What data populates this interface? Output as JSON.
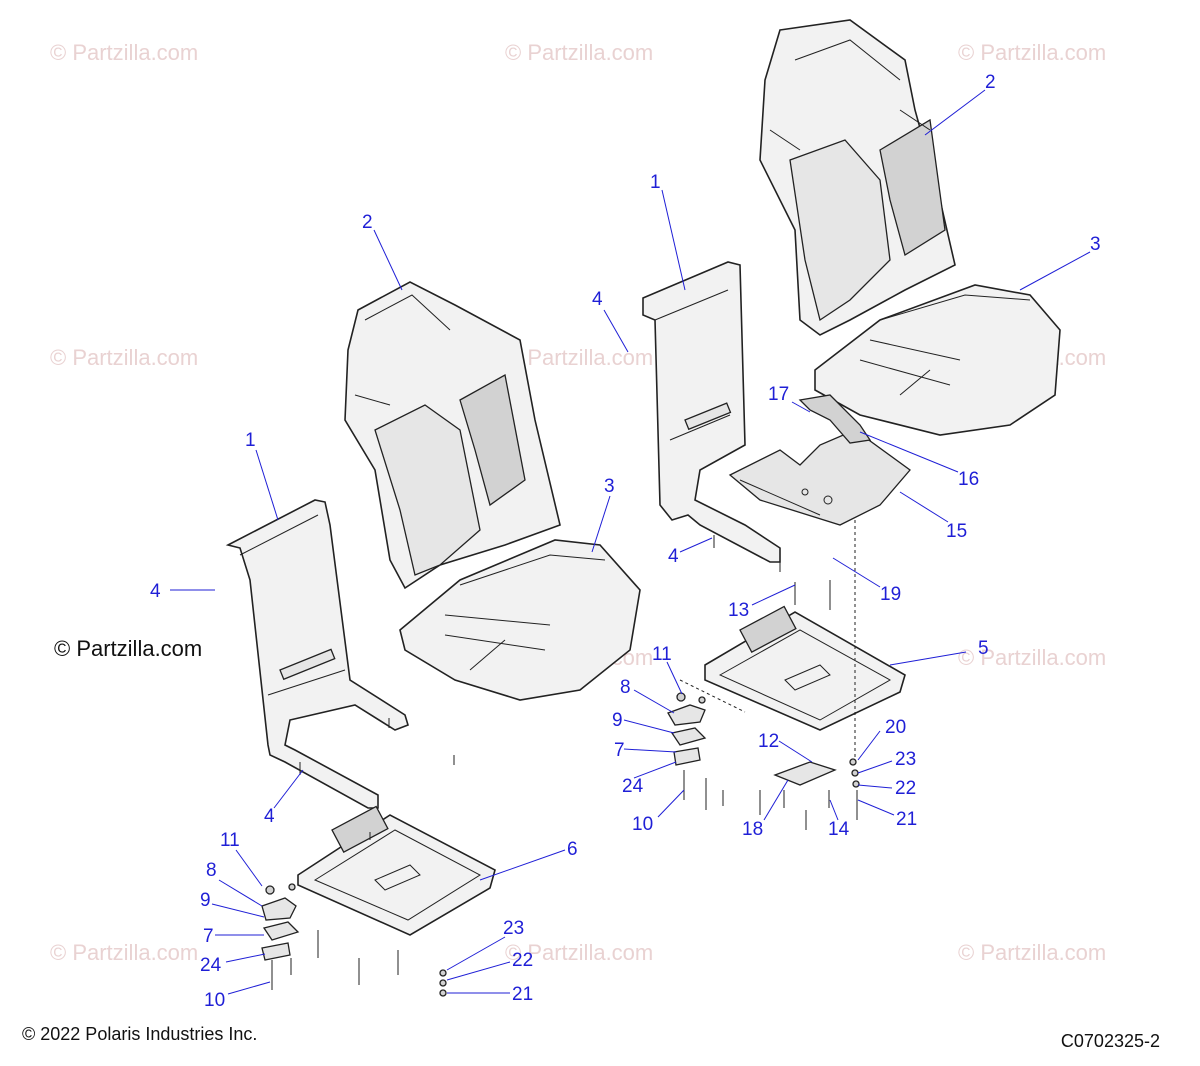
{
  "watermark": "© Partzilla.com",
  "logo_text": "© Partzilla.com",
  "footer": {
    "copyright": "© 2022 Polaris Industries Inc.",
    "diagram_code": "C0702325-2"
  },
  "callouts": {
    "left_frame_top": "1",
    "left_back": "2",
    "left_cushion": "3",
    "left_bolt_side": "4",
    "left_bolt_bottom": "4",
    "left_slider": "6",
    "left_nut_11": "11",
    "left_lever_8": "8",
    "left_spring_9": "9",
    "left_plate_7": "7",
    "left_plate_24": "24",
    "left_bolt_10": "10",
    "left_washer_23": "23",
    "left_washer_22": "22",
    "left_bolt_21": "21",
    "right_frame_top": "1",
    "right_back": "2",
    "right_cushion": "3",
    "right_bolt_side": "4",
    "right_bolt_bottom": "4",
    "right_bracket_17": "17",
    "right_tab_16": "16",
    "right_plate_15": "15",
    "right_bolt_19": "19",
    "right_bolt_13": "13",
    "right_slider": "5",
    "right_nut_11": "11",
    "right_lever_8": "8",
    "right_spring_9": "9",
    "right_plate_7": "7",
    "right_plate_24": "24",
    "right_bolt_10": "10",
    "right_bracket_12": "12",
    "right_bolt_18": "18",
    "right_bolt_14": "14",
    "right_nut_20": "20",
    "right_washer_23": "23",
    "right_washer_22": "22",
    "right_bolt_21": "21"
  }
}
